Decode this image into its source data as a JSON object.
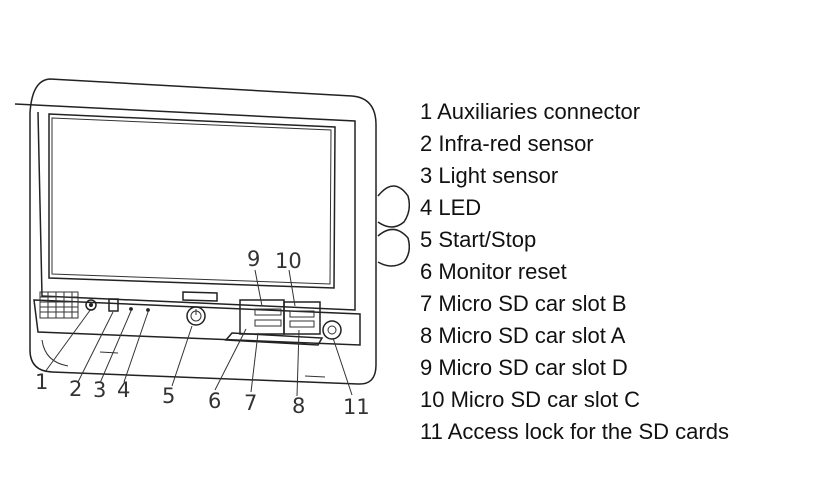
{
  "callouts": {
    "c1": "1",
    "c2": "2",
    "c3": "3",
    "c4": "4",
    "c5": "5",
    "c6": "6",
    "c7": "7",
    "c8": "8",
    "c9": "9",
    "c10": "10",
    "c11": "11"
  },
  "legend": [
    "1 Auxiliaries connector",
    "2 Infra-red sensor",
    "3 Light sensor",
    "4 LED",
    "5 Start/Stop",
    "6 Monitor reset",
    "7 Micro SD car slot B",
    "8 Micro SD car slot A",
    "9 Micro SD car slot D",
    "10 Micro SD car slot C",
    "11 Access lock for the SD cards"
  ]
}
